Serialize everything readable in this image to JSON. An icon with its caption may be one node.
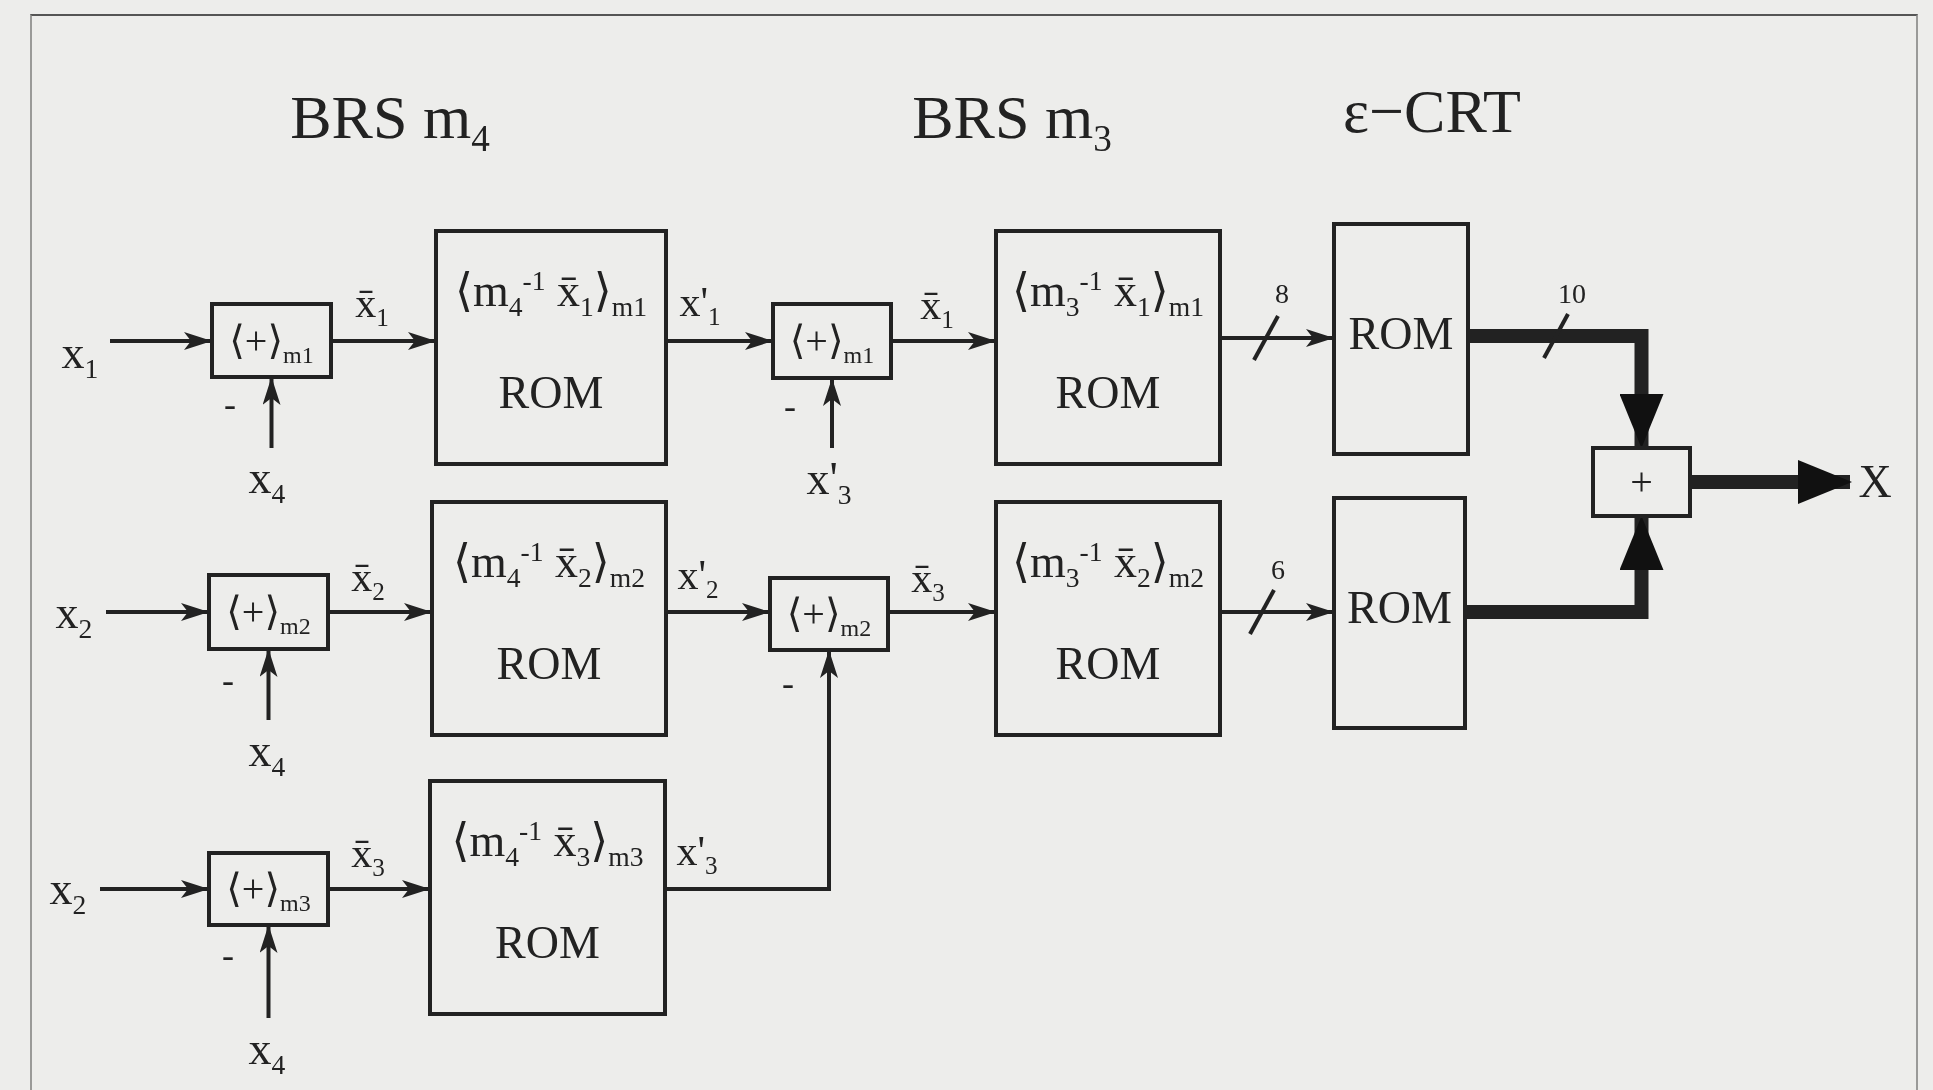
{
  "diagram": {
    "nodes": [
      {
        "text": [
          "x$_{1}$"
        ]
      },
      {
        "text": [
          "⟨+⟩$_{m1}$"
        ]
      },
      {
        "text": [
          "x$_{4}$"
        ]
      },
      {
        "text": [
          "⟨m$_{4}$$^{-1}$ x̄$_{1}$⟩$_{m1}$",
          "ROM"
        ]
      },
      {
        "text": [
          "⟨+⟩$_{m1}$"
        ]
      },
      {
        "text": [
          "x'$_{3}$"
        ]
      },
      {
        "text": [
          "⟨m$_{3}$$^{-1}$ x̄$_{1}$⟩$_{m1}$",
          "ROM"
        ]
      },
      {
        "text": [
          "ROM"
        ]
      },
      {
        "text": [
          "+"
        ]
      },
      {
        "text": [
          "X"
        ]
      },
      {
        "text": [
          "x$_{2}$"
        ]
      },
      {
        "text": [
          "⟨+⟩$_{m2}$"
        ]
      },
      {
        "text": [
          "x$_{4}$"
        ]
      },
      {
        "text": [
          "⟨m$_{4}$$^{-1}$ x̄$_{2}$⟩$_{m2}$",
          "ROM"
        ]
      },
      {
        "text": [
          "⟨+⟩$_{m2}$"
        ]
      },
      {
        "text": [
          "⟨m$_{3}$$^{-1}$ x̄$_{2}$⟩$_{m2}$",
          "ROM"
        ]
      },
      {
        "text": [
          "ROM"
        ]
      },
      {
        "text": [
          "x$_{2}$"
        ]
      },
      {
        "text": [
          "⟨+⟩$_{m3}$"
        ]
      },
      {
        "text": [
          "x$_{4}$"
        ]
      },
      {
        "text": [
          "⟨m$_{4}$$^{-1}$ x̄$_{3}$⟩$_{m3}$",
          "ROM"
        ]
      }
    ],
    "edges": [
      {
        "from": 0,
        "to": 1,
        "arrow": "to"
      },
      {
        "from": 2,
        "to": 1,
        "arrow": "to"
      },
      {
        "from": 1,
        "to": 3,
        "arrow": "to",
        "label": "x̄$_{1}$"
      },
      {
        "from": 3,
        "to": 4,
        "arrow": "to",
        "label": "x'$_{1}$"
      },
      {
        "from": 5,
        "to": 4,
        "arrow": "to"
      },
      {
        "from": 4,
        "to": 6,
        "arrow": "to",
        "label": "x̄$_{1}$"
      },
      {
        "from": 6,
        "to": 7,
        "arrow": "to",
        "label": "8"
      },
      {
        "from": 7,
        "to": 8,
        "arrow": "to",
        "label": "10",
        "style": "thick"
      },
      {
        "from": 8,
        "to": 9,
        "arrow": "to",
        "style": "thick"
      },
      {
        "from": 10,
        "to": 11,
        "arrow": "to"
      },
      {
        "from": 12,
        "to": 11,
        "arrow": "to"
      },
      {
        "from": 11,
        "to": 13,
        "arrow": "to",
        "label": "x̄$_{2}$"
      },
      {
        "from": 13,
        "to": 14,
        "arrow": "to",
        "label": "x'$_{2}$"
      },
      {
        "from": 14,
        "to": 15,
        "arrow": "to",
        "label": "x̄$_{3}$"
      },
      {
        "from": 15,
        "to": 16,
        "arrow": "to",
        "label": "6"
      },
      {
        "from": 16,
        "to": 8,
        "arrow": "to",
        "style": "thick"
      },
      {
        "from": 17,
        "to": 18,
        "arrow": "to"
      },
      {
        "from": 19,
        "to": 18,
        "arrow": "to"
      },
      {
        "from": 18,
        "to": 20,
        "arrow": "to",
        "label": "x̄$_{3}$"
      },
      {
        "from": 20,
        "to": 14,
        "arrow": "to",
        "label": "x'$_{3}$"
      }
    ],
    "labels": [
      "BRS m$_{4}$",
      "BRS m$_{3}$",
      "ε−CRT",
      "-",
      "-",
      "-",
      "-",
      "-"
    ]
  }
}
